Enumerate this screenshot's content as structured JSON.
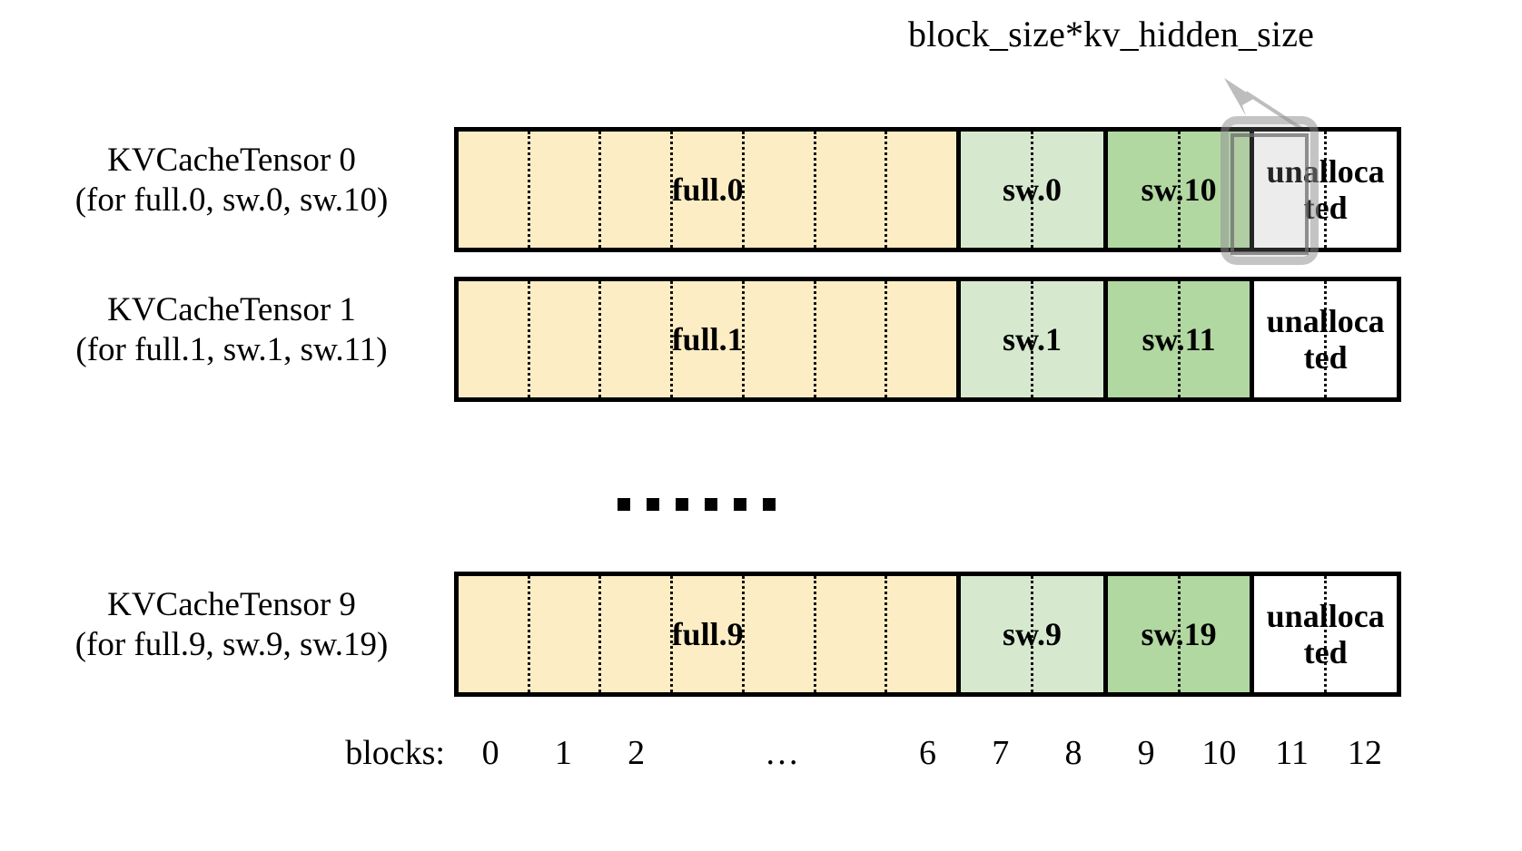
{
  "annotation": {
    "label": "block_size*kv_hidden_size",
    "arrow_icon": "arrow-up-left-icon",
    "highlight_name": "block-size-highlight-box"
  },
  "axis": {
    "title": "blocks:",
    "ticks": [
      "0",
      "1",
      "2",
      "…",
      "6",
      "7",
      "8",
      "9",
      "10",
      "11",
      "12"
    ]
  },
  "ellipsis": {
    "text": "……",
    "dot_count": 6
  },
  "colors": {
    "full_fill": "#FDEDC4",
    "sw_light_fill": "#D6E9CF",
    "sw_dark_fill": "#B2D8A2",
    "unallocated_fill": "#FFFFFF",
    "border": "#000000",
    "highlight_stroke": "#9C9C9C"
  },
  "rows": [
    {
      "title": "KVCacheTensor 0",
      "subtitle": "(for full.0, sw.0, sw.10)",
      "segments": [
        {
          "label": "full.0",
          "blocks": 7,
          "fill": "full_fill"
        },
        {
          "label": "sw.0",
          "blocks": 2,
          "fill": "sw_light_fill"
        },
        {
          "label": "sw.10",
          "blocks": 2,
          "fill": "sw_dark_fill"
        },
        {
          "label": "unalloca\nted",
          "blocks": 2,
          "fill": "unallocated_fill"
        }
      ]
    },
    {
      "title": "KVCacheTensor 1",
      "subtitle": "(for full.1, sw.1, sw.11)",
      "segments": [
        {
          "label": "full.1",
          "blocks": 7,
          "fill": "full_fill"
        },
        {
          "label": "sw.1",
          "blocks": 2,
          "fill": "sw_light_fill"
        },
        {
          "label": "sw.11",
          "blocks": 2,
          "fill": "sw_dark_fill"
        },
        {
          "label": "unalloca\nted",
          "blocks": 2,
          "fill": "unallocated_fill"
        }
      ]
    },
    {
      "title": "KVCacheTensor 9",
      "subtitle": "(for full.9, sw.9, sw.19)",
      "segments": [
        {
          "label": "full.9",
          "blocks": 7,
          "fill": "full_fill"
        },
        {
          "label": "sw.9",
          "blocks": 2,
          "fill": "sw_light_fill"
        },
        {
          "label": "sw.19",
          "blocks": 2,
          "fill": "sw_dark_fill"
        },
        {
          "label": "unalloca\nted",
          "blocks": 2,
          "fill": "unallocated_fill"
        }
      ]
    }
  ]
}
